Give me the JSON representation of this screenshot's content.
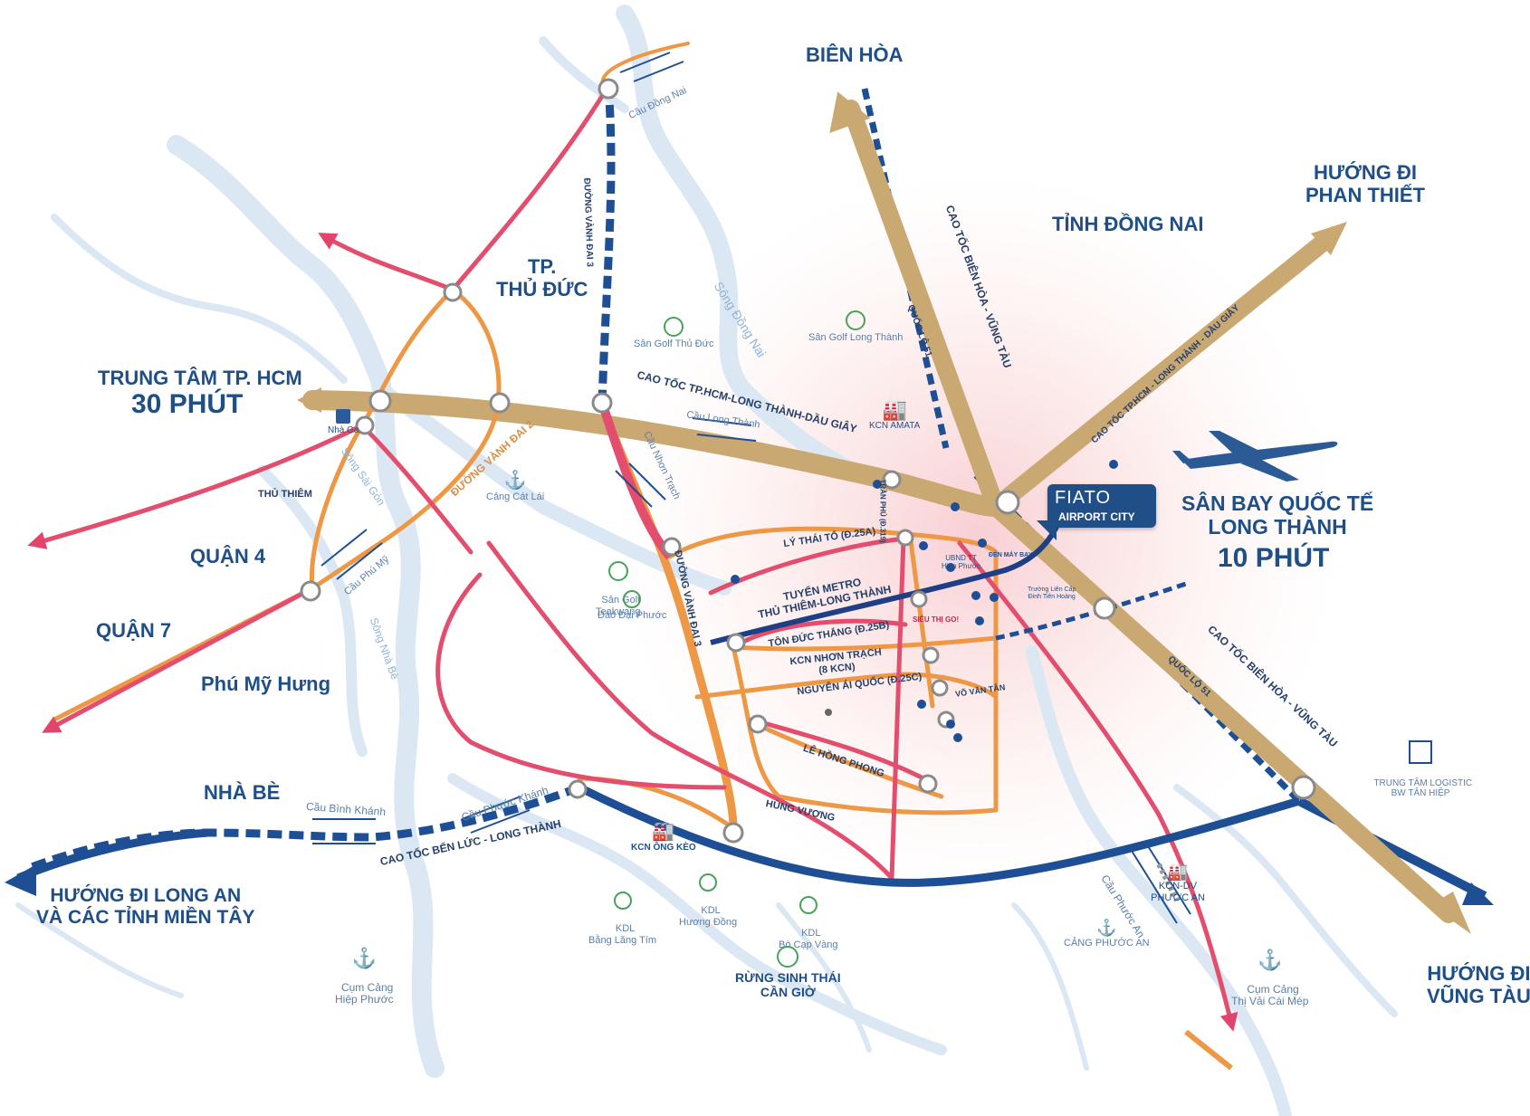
{
  "map": {
    "colors": {
      "river": "#dbe8f4",
      "highway": "#c9a872",
      "ring_road": "#1e4f94",
      "main_road": "#ee9744",
      "secondary_road": "#e34d6e",
      "metro": "#1e3f86",
      "glow": "#f4a7b3"
    },
    "regions": {
      "bien_hoa": "BIÊN HÒA",
      "tp_thu_duc": "TP.\nTHỦ ĐỨC",
      "tinh_dong_nai": "TỈNH ĐỒNG NAI",
      "huong_phan_thiet": "HƯỚNG ĐI\nPHAN THIẾT",
      "trung_tam_title": "TRUNG TÂM TP. HCM",
      "trung_tam_time": "30 PHÚT",
      "quan_4": "QUẬN 4",
      "quan_7": "QUẬN 7",
      "phu_my_hung": "Phú Mỹ Hưng",
      "nha_be": "NHÀ BÈ",
      "long_an": "HƯỚNG ĐI LONG AN\nVÀ CÁC TỈNH MIỀN TÂY",
      "vung_tau": "HƯỚNG ĐI\nVŨNG TÀU",
      "san_bay_title": "SÂN BAY QUỐC TẾ\nLONG THÀNH",
      "san_bay_time": "10 PHÚT",
      "rung_sinh_thai": "RỪNG SINH THÁI\nCẦN GIỜ",
      "thu_thiem": "THỦ THIÊM"
    },
    "brand": {
      "name": "FIATO",
      "sub": "AIRPORT CITY"
    },
    "roads": {
      "cau_dong_nai": "Cầu Đồng Nai",
      "duong_vanh_dai_3_top": "ĐƯỜNG VÀNH ĐAI 3",
      "duong_vanh_dai_3_mid": "ĐƯỜNG VÀNH ĐAI 3",
      "duong_vanh_dai_2": "ĐƯỜNG VÀNH ĐAI 2",
      "cao_toc_hcm_lt_dg": "CAO TỐC TP.HCM-LONG THÀNH-DẦU GIÂY",
      "cau_long_thanh": "Cầu Long Thành",
      "cau_nhon_trach": "Cầu Nhơn Trạch",
      "cao_toc_bh_vt_top": "CAO TỐC BIÊN HÒA - VŨNG TÀU",
      "quoc_lo_51_top": "QUỐC LỘ 51",
      "cao_toc_hcm_lt_dg_ne": "CAO TỐC TP.HCM - LONG THÀNH - DẦU GIÂY",
      "cao_toc_bh_vt_bottom": "CAO TỐC BIÊN HÒA - VŨNG TÀU",
      "quoc_lo_51_bottom": "QUỐC LỘ 51",
      "cau_phu_my": "Cầu Phú Mỹ",
      "cau_binh_khanh": "Cầu Bình Khánh",
      "cau_phuoc_khanh": "Cầu Phước Khánh",
      "cao_toc_ben_luc": "CAO TỐC BẾN LỨC - LONG THÀNH",
      "cau_phuoc_an": "Cầu Phước An"
    },
    "rivers": {
      "song_dong_nai": "Sông Đồng Nai",
      "song_sai_gon": "Sông Sài Gòn",
      "song_nha_be": "Sông Nhà Bè"
    },
    "streets": {
      "ly_thai_to": "LÝ THÁI TỔ (Đ.25A)",
      "metro": "TUYẾN METRO\nTHỦ THIÊM-LONG THÀNH",
      "ton_duc_thang": "TÔN ĐỨC THẮNG (Đ.25B)",
      "kcn_nhon_trach": "KCN NHƠN TRẠCH\n(8 KCN)",
      "nguyen_ai_quoc": "NGUYỄN ÁI QUỐC (Đ.25C)",
      "vo_van_tan": "VÕ VĂN TÂN",
      "le_hong_phong": "LÊ HỒNG PHONG",
      "hung_vuong": "HÙNG VƯƠNG",
      "tran_phu": "TRẦN PHÚ (Đ.319)"
    },
    "places": {
      "nha_ga": "Nhà Ga",
      "cang_cat_lai": "Cảng Cát Lái",
      "san_golf_thu_duc": "Sân Golf Thủ Đức",
      "san_golf_long_thanh": "Sân Golf Long Thành",
      "kcn_amata": "KCN AMATA",
      "san_golf_teakwang": "Sân Golf\nTeakwang",
      "dao_dai_phuoc": "Đảo Đại Phước",
      "ubnd": "UBND TT\nHiệp Phước",
      "sieu_thi": "SIÊU THỊ GO!",
      "truong_lien_cap": "Trường Liên Cấp\nĐinh Tiên Hoàng",
      "den_may_bay": "ĐÈN MÁY BAY",
      "kcn_ong_keo": "KCN ÔNG KÈO",
      "kdl_bang_lang_tim": "KDL\nBằng Lăng Tím",
      "kdl_huong_dong": "KDL\nHương Đồng",
      "kdl_bo_cap_vang": "KDL\nBò Cạp Vàng",
      "kcn_dv_phuoc_an": "KCN-DV\nPHƯỚC AN",
      "cang_phuoc_an": "CẢNG PHƯỚC AN",
      "cum_cang_thi_vai": "Cụm Cảng\nThị Vải Cái Mép",
      "cum_cang_hiep_phuoc": "Cụm Cảng\nHiệp Phước",
      "trung_tam_logistic": "TRUNG TÂM LOGISTIC\nBW TÂN HIỆP"
    }
  }
}
